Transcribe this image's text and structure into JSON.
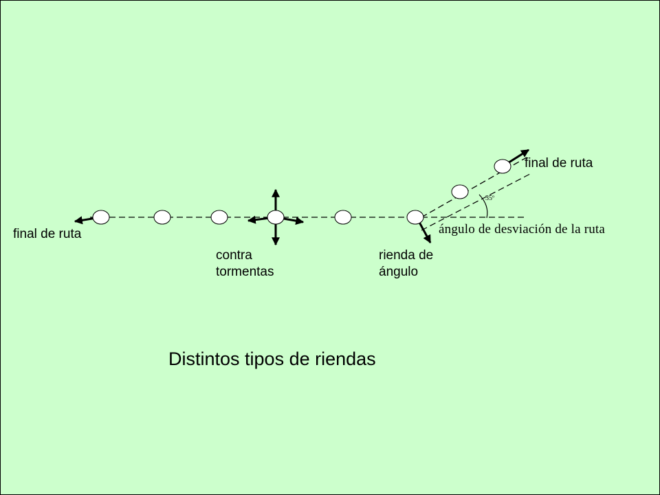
{
  "title": "Distintos tipos de riendas",
  "labels": {
    "end_left": "final de ruta",
    "end_right": "final de ruta",
    "storm_line1": "contra",
    "storm_line2": "tormentas",
    "angle_line1": "rienda de",
    "angle_line2": "ángulo",
    "deviation": "ángulo de desviación de la ruta",
    "angle_value": "35º"
  },
  "colors": {
    "background": "#ccffcc",
    "ink": "#000000",
    "pole_fill": "#ffffff"
  }
}
